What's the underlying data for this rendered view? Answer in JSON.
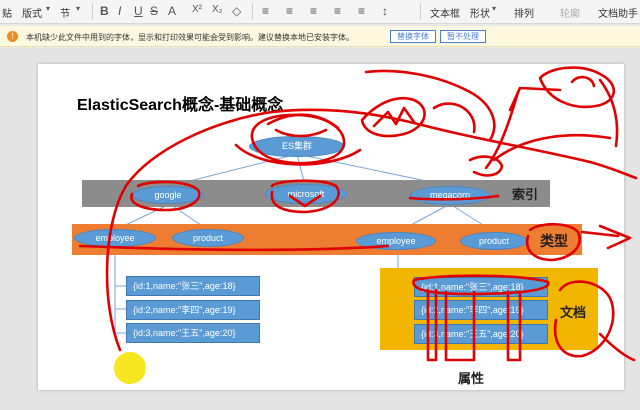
{
  "toolbar": {
    "items": [
      "贴",
      "版式",
      "节",
      "文本框",
      "形状",
      "排列",
      "轮廓",
      "文档助手"
    ],
    "format_buttons": [
      "B",
      "I",
      "U",
      "S",
      "A",
      "X²",
      "X₂",
      "◇"
    ]
  },
  "notice": {
    "text": "本机缺少此文件中用到的字体，显示和打印效果可能会受到影响。建议替换本地已安装字体。",
    "replace_button": "替换字体",
    "ignore_button": "暂不处理"
  },
  "slide": {
    "title": "ElasticSearch概念-基础概念",
    "cluster": "ES集群",
    "indices": [
      "google",
      "microsoft",
      "megacorp"
    ],
    "index_label": "索引",
    "types_left": [
      "employee",
      "product"
    ],
    "types_right": [
      "employee",
      "product"
    ],
    "type_label": "类型",
    "docs_left": [
      "{id:1,name:\"张三\",age:18}",
      "{id:2,name:\"李四\",age:19}",
      "{id:3,name:\"王五\",age:20}"
    ],
    "docs_right": [
      "{id:1,name:\"张三\",age:18}",
      "{id:2,name:\"李四\",age:19}",
      "{id:3,name:\"王五\",age:20}"
    ],
    "doc_label": "文档",
    "field_label": "属性"
  },
  "colors": {
    "ellipse_blue": "#5b9bd5",
    "index_band": "#8c8c8c",
    "type_band": "#ed7d31",
    "doc_panel": "#f2b500",
    "annotation_red": "#e00000",
    "cursor_highlight": "#f5e400"
  }
}
